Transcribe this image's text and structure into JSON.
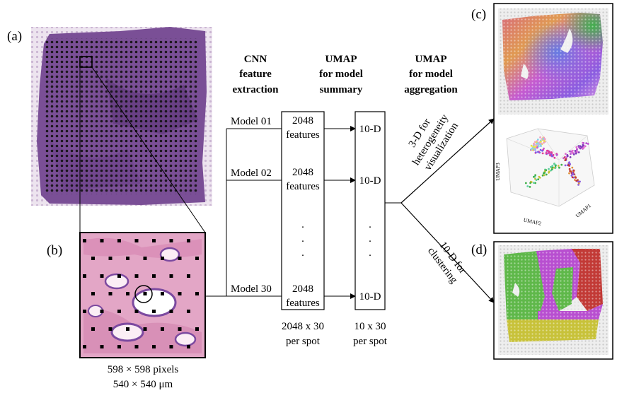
{
  "panels": {
    "a": "(a)",
    "b": "(b)",
    "c": "(c)",
    "d": "(d)"
  },
  "headers": {
    "cnn": [
      "CNN",
      "feature",
      "extraction"
    ],
    "umap_summary": [
      "UMAP",
      "for model",
      "summary"
    ],
    "umap_aggregation": [
      "UMAP",
      "for model",
      "aggregation"
    ]
  },
  "models": [
    {
      "label": "Model 01",
      "features": [
        "2048",
        "features"
      ],
      "umap": "10-D"
    },
    {
      "label": "Model 02",
      "features": [
        "2048",
        "features"
      ],
      "umap": "10-D"
    },
    {
      "label": "Model 30",
      "features": [
        "2048",
        "features"
      ],
      "umap": "10-D"
    }
  ],
  "ellipsis": ".",
  "totals": {
    "features": [
      "2048 x 30",
      "per spot"
    ],
    "umap": [
      "10 x 30",
      "per spot"
    ]
  },
  "branches": {
    "upper": [
      "3-D for",
      "heterogeneity",
      "visualization"
    ],
    "lower": [
      "10-D for",
      "clustering"
    ]
  },
  "patch_caption": [
    "598 × 598 pixels",
    "540 × 540 μm"
  ],
  "scatter_axes": {
    "x": "UMAP2",
    "y": "UMAP3",
    "z": "UMAP1"
  },
  "colors": {
    "tissue": "#7a4f96",
    "tissue_dark": "#5b3478",
    "he_pink": "#e3a6c6",
    "cluster_green": "#5fb84a",
    "cluster_red": "#c23a36",
    "cluster_magenta": "#b84fd0",
    "cluster_yellow": "#c8c23a"
  }
}
